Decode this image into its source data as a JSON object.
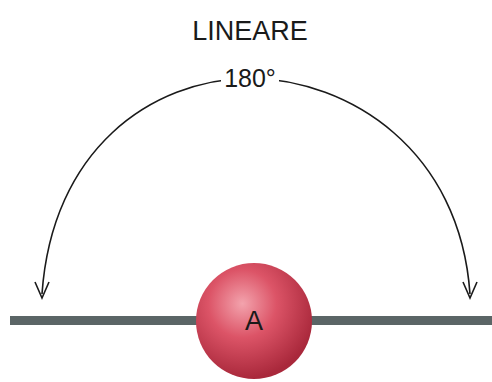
{
  "diagram": {
    "title": "LINEARE",
    "nodes": [
      {
        "text": [
          "A"
        ]
      }
    ],
    "labels": [
      "180°"
    ]
  }
}
